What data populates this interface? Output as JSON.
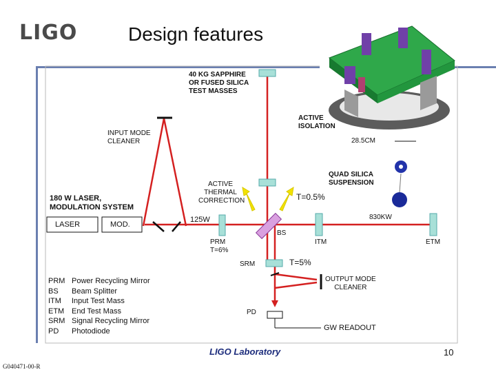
{
  "header": {
    "logo": "LIGO",
    "title": "Design features"
  },
  "labels": {
    "test_masses": [
      "40 KG SAPPHIRE",
      "OR FUSED SILICA",
      "TEST MASSES"
    ],
    "active_isolation": [
      "ACTIVE",
      "ISOLATION"
    ],
    "input_mode_cleaner": [
      "INPUT MODE",
      "CLEANER"
    ],
    "size": "28.5CM",
    "quad_suspension": [
      "QUAD SILICA",
      "SUSPENSION"
    ],
    "laser_system": [
      "180 W LASER,",
      "MODULATION SYSTEM"
    ],
    "thermal_correction": [
      "ACTIVE",
      "THERMAL",
      "CORRECTION"
    ],
    "t_itm": "T=0.5%",
    "power_830": "830KW",
    "laser_box": "LASER",
    "mod_box": "MOD.",
    "power_125": "125W",
    "bs": "BS",
    "itm": "ITM",
    "etm": "ETM",
    "prm": [
      "PRM",
      "T=6%"
    ],
    "srm": "SRM",
    "t_srm": "T=5%",
    "output_mode_cleaner": [
      "OUTPUT MODE",
      "CLEANER"
    ],
    "pd": "PD",
    "gw_readout": "GW READOUT"
  },
  "legend": [
    {
      "abbr": "PRM",
      "text": "Power Recycling Mirror"
    },
    {
      "abbr": "BS",
      "text": "Beam Splitter"
    },
    {
      "abbr": "ITM",
      "text": "Input Test Mass"
    },
    {
      "abbr": "ETM",
      "text": "End Test Mass"
    },
    {
      "abbr": "SRM",
      "text": "Signal Recycling Mirror"
    },
    {
      "abbr": "PD",
      "text": "Photodiode"
    }
  ],
  "footer": {
    "lab": "LIGO Laboratory",
    "page": "10",
    "doc_id": "G040471-00-R"
  },
  "colors": {
    "beam": "#d42020",
    "optic": "#a8e0d8",
    "rule": "#6a7fb0",
    "footer_text": "#1c2c7c"
  }
}
